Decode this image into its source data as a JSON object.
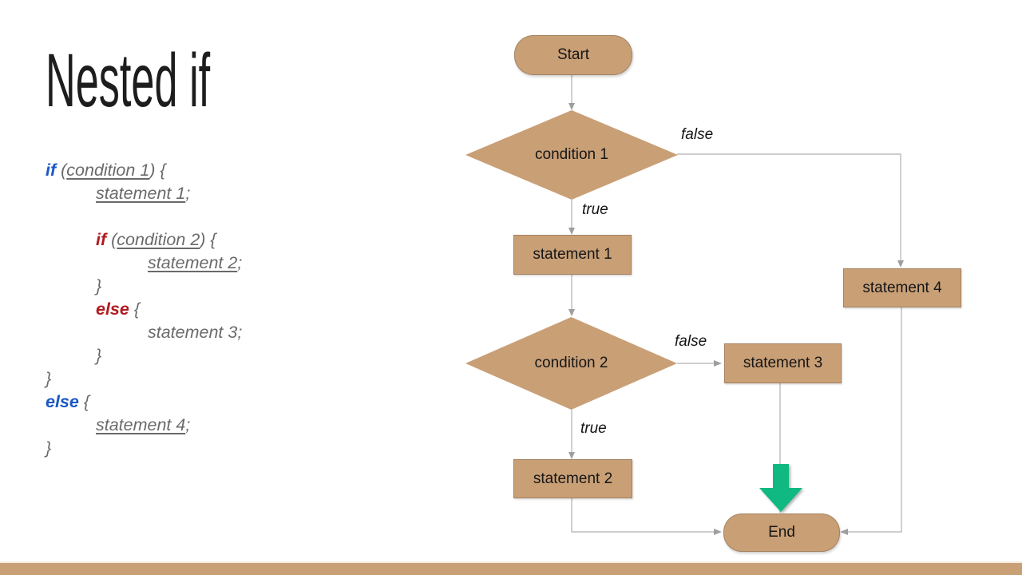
{
  "slide": {
    "title": "Nested if",
    "accent_color": "#c99f76",
    "green_arrow_color": "#10b981",
    "connector_color": "#b1b1b1",
    "keyword_blue": "#1b57c4",
    "keyword_red": "#b11b20",
    "code_text_color": "#6a6a6a"
  },
  "code": {
    "lines": [
      {
        "indent": 0,
        "tokens": [
          {
            "text": "if",
            "style": "kw-blue"
          },
          {
            "text": " (",
            "style": "plain"
          },
          {
            "text": "condition 1",
            "style": "underline"
          },
          {
            "text": ") {",
            "style": "plain"
          }
        ]
      },
      {
        "indent": 1,
        "tokens": [
          {
            "text": "statement 1",
            "style": "underline"
          },
          {
            "text": ";",
            "style": "plain"
          }
        ]
      },
      {
        "indent": 0,
        "tokens": []
      },
      {
        "indent": 1,
        "tokens": [
          {
            "text": "if",
            "style": "kw-red"
          },
          {
            "text": " (",
            "style": "plain"
          },
          {
            "text": "condition 2",
            "style": "underline"
          },
          {
            "text": ") {",
            "style": "plain"
          }
        ]
      },
      {
        "indent": 2,
        "tokens": [
          {
            "text": "statement 2",
            "style": "underline"
          },
          {
            "text": ";",
            "style": "plain"
          }
        ]
      },
      {
        "indent": 1,
        "tokens": [
          {
            "text": "}",
            "style": "plain"
          }
        ]
      },
      {
        "indent": 1,
        "tokens": [
          {
            "text": "else",
            "style": "kw-red"
          },
          {
            "text": " {",
            "style": "plain"
          }
        ]
      },
      {
        "indent": 2,
        "tokens": [
          {
            "text": "statement 3;",
            "style": "plain"
          }
        ]
      },
      {
        "indent": 1,
        "tokens": [
          {
            "text": "}",
            "style": "plain"
          }
        ]
      },
      {
        "indent": 0,
        "tokens": [
          {
            "text": "}",
            "style": "plain"
          }
        ]
      },
      {
        "indent": 0,
        "tokens": [
          {
            "text": "else",
            "style": "kw-blue"
          },
          {
            "text": " {",
            "style": "plain"
          }
        ]
      },
      {
        "indent": 1,
        "tokens": [
          {
            "text": "statement 4",
            "style": "underline"
          },
          {
            "text": ";",
            "style": "plain"
          }
        ]
      },
      {
        "indent": 0,
        "tokens": [
          {
            "text": "}",
            "style": "plain"
          }
        ]
      }
    ]
  },
  "flowchart": {
    "nodes": {
      "start": "Start",
      "condition1": "condition 1",
      "statement1": "statement 1",
      "condition2": "condition 2",
      "statement2": "statement 2",
      "statement3": "statement 3",
      "statement4": "statement 4",
      "end": "End"
    },
    "edge_labels": {
      "cond1_false": "false",
      "cond1_true": "true",
      "cond2_false": "false",
      "cond2_true": "true"
    }
  }
}
